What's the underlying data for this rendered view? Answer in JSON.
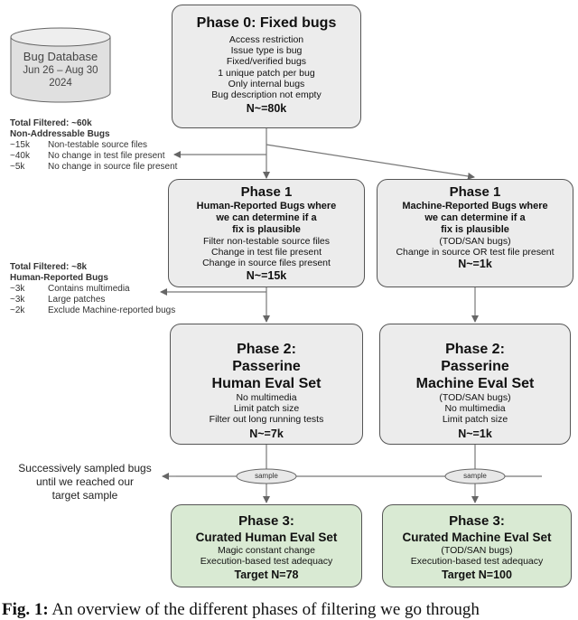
{
  "bug_database": {
    "title": "Bug Database",
    "dates": "Jun 26 – Aug 30",
    "year": "2024"
  },
  "phase0": {
    "title": "Phase 0: Fixed bugs",
    "lines": [
      "Access restriction",
      "Issue type is bug",
      "Fixed/verified bugs",
      "1 unique patch per bug",
      "Only internal bugs",
      "Bug description not empty"
    ],
    "n": "N~=80k"
  },
  "filtered0": {
    "total": "Total Filtered: ~60k",
    "heading": "Non-Addressable Bugs",
    "rows": [
      {
        "num": "~15k",
        "label": "Non-testable source files"
      },
      {
        "num": "~40k",
        "label": "No change in test file present"
      },
      {
        "num": "~5k",
        "label": "No change in source file present"
      }
    ]
  },
  "phase1_human": {
    "title": "Phase 1",
    "subtitle": [
      "Human-Reported Bugs where",
      "we can determine if a",
      "fix is plausible"
    ],
    "lines": [
      "Filter non-testable source files",
      "Change in test file present",
      "Change in source files present"
    ],
    "n": "N~=15k"
  },
  "phase1_machine": {
    "title": "Phase 1",
    "subtitle": [
      "Machine-Reported Bugs where",
      "we can determine if a",
      "fix is plausible"
    ],
    "lines": [
      "(TOD/SAN bugs)",
      "Change in source OR test file present"
    ],
    "n": "N~=1k"
  },
  "filtered1": {
    "total": "Total Filtered: ~8k",
    "heading": "Human-Reported Bugs",
    "rows": [
      {
        "num": "~3k",
        "label": "Contains multimedia"
      },
      {
        "num": "~3k",
        "label": "Large patches"
      },
      {
        "num": "~2k",
        "label": "Exclude Machine-reported bugs"
      }
    ]
  },
  "phase2_human": {
    "title": [
      "Phase 2:",
      "Passerine",
      "Human Eval Set"
    ],
    "lines": [
      "No multimedia",
      "Limit patch size",
      "Filter out long running tests"
    ],
    "n": "N~=7k"
  },
  "phase2_machine": {
    "title": [
      "Phase 2:",
      "Passerine",
      "Machine Eval Set"
    ],
    "lines": [
      "(TOD/SAN bugs)",
      "No multimedia",
      "Limit patch size"
    ],
    "n": "N~=1k"
  },
  "sampling": {
    "note": [
      "Successively sampled bugs",
      "until we reached our",
      "target sample"
    ],
    "label_left": "sample",
    "label_right": "sample"
  },
  "phase3_human": {
    "title": [
      "Phase 3:",
      "Curated Human Eval Set"
    ],
    "lines": [
      "Magic constant change",
      "Execution-based test adequacy"
    ],
    "n": "Target N=78"
  },
  "phase3_machine": {
    "title": [
      "Phase 3:",
      "Curated Machine Eval Set"
    ],
    "lines": [
      "(TOD/SAN bugs)",
      "Execution-based test adequacy"
    ],
    "n": "Target N=100"
  },
  "caption": {
    "label": "Fig. 1:",
    "text": " An overview of the different phases of filtering we go through"
  },
  "colors": {
    "box_gray": "#ececec",
    "box_green": "#d9ead3",
    "stroke": "#555555"
  }
}
